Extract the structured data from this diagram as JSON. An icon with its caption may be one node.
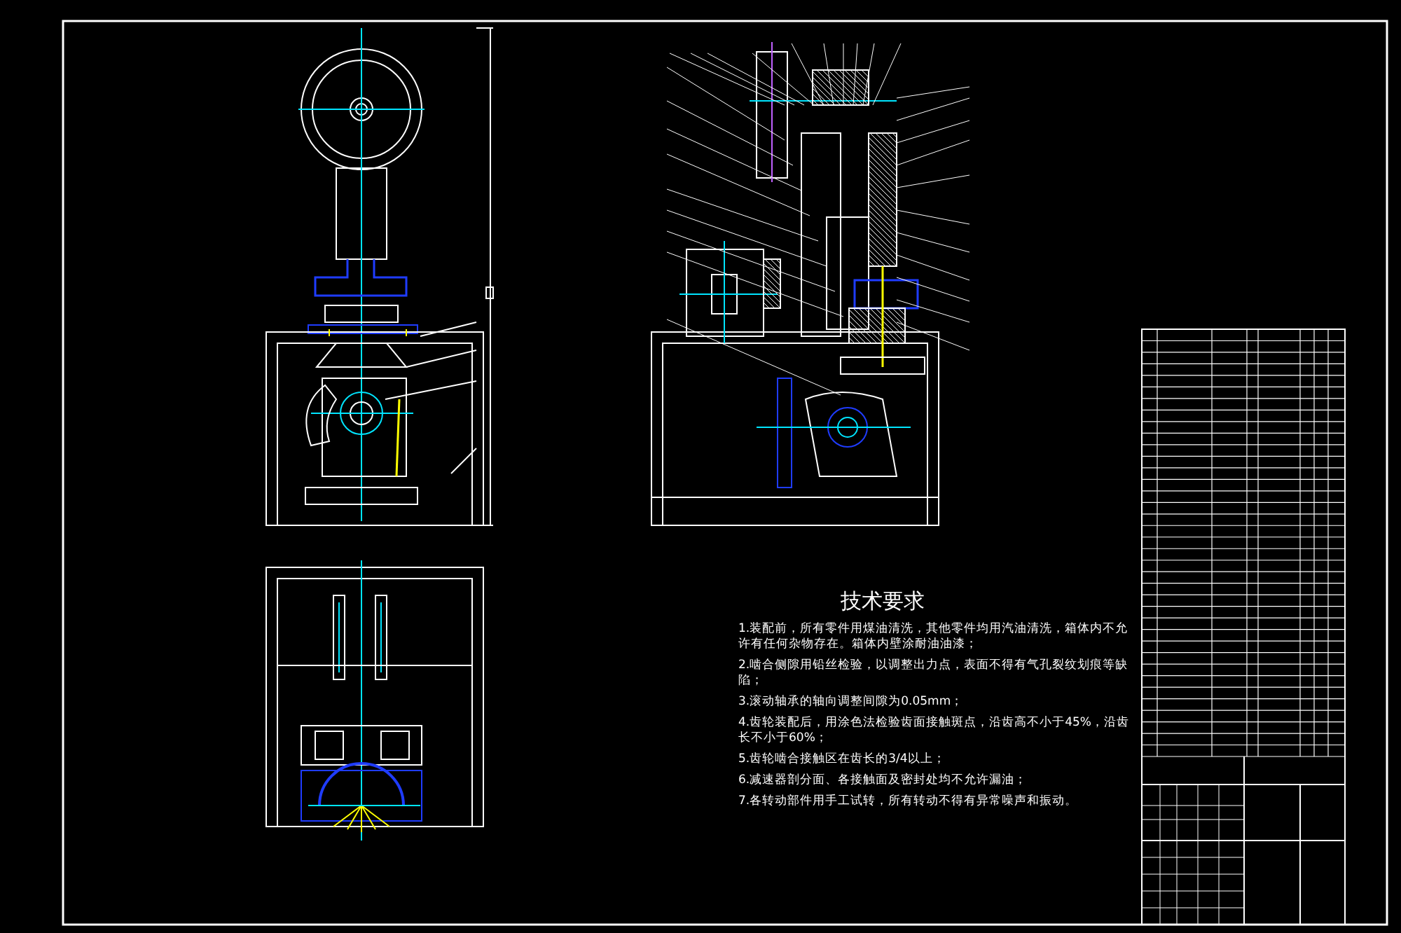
{
  "diagram": {
    "title": "技术要求",
    "labels": [
      "1.装配前，所有零件用煤油清洗，其他零件均用汽油清洗，箱体内不允许有任何杂物存在。箱体内壁涂耐油油漆；",
      "2.啮合侧隙用铅丝检验，以调整出力点，表面不得有气孔裂纹划痕等缺陷；",
      "3.滚动轴承的轴向调整间隙为0.05mm；",
      "4.齿轮装配后，用涂色法检验齿面接触斑点，沿齿高不小于45%，沿齿长不小于60%；",
      "5.齿轮啮合接触区在齿长的3/4以上；",
      "6.减速器剖分面、各接触面及密封处均不允许漏油；",
      "7.各转动部件用手工试转，所有转动不得有异常噪声和振动。"
    ]
  }
}
